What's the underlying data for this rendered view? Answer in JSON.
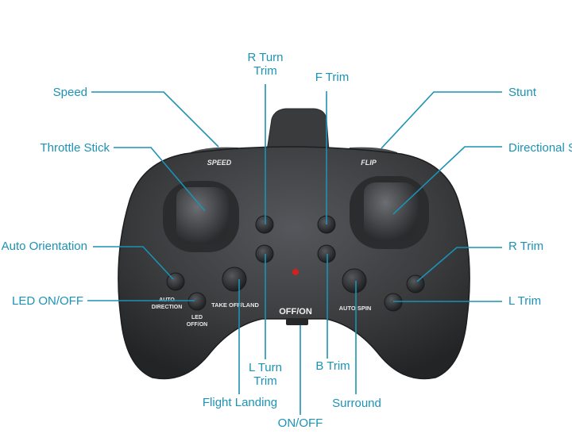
{
  "controller": {
    "body_color": "#3b3c3e",
    "accent_color": "#1c92b5",
    "printed": {
      "speed": "SPEED",
      "flip": "FLIP",
      "auto_direction": "AUTO\nDIRECTION",
      "led_onoff": "LED\nOFF/ON",
      "take_off_land": "TAKE OFF/LAND",
      "off_on": "OFF/ON",
      "auto_spin": "AUTO SPIN"
    }
  },
  "callouts": {
    "speed": "Speed",
    "throttle_stick": "Throttle Stick",
    "auto_orientation": "Auto Orientation",
    "led_onoff": "LED ON/OFF",
    "r_turn_trim": "R Turn\nTrim",
    "f_trim": "F Trim",
    "stunt": "Stunt",
    "directional_stick": "Directional Stick",
    "r_trim": "R Trim",
    "l_trim": "L Trim",
    "l_turn_trim": "L Turn\nTrim",
    "b_trim": "B Trim",
    "flight_landing": "Flight Landing",
    "surround": "Surround",
    "onoff": "ON/OFF"
  }
}
